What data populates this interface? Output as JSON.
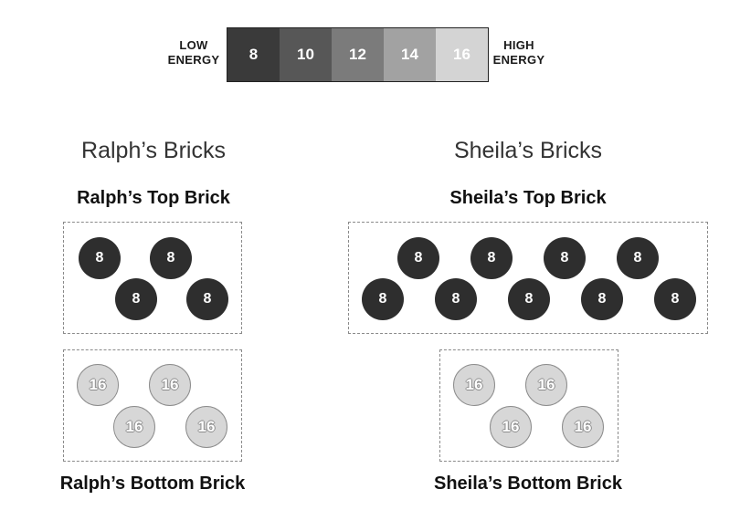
{
  "scale": {
    "low_label_line1": "LOW",
    "low_label_line2": "ENERGY",
    "high_label_line1": "HIGH",
    "high_label_line2": "ENERGY",
    "cells": [
      {
        "value": "8",
        "color": "#3a3a3a"
      },
      {
        "value": "10",
        "color": "#575757"
      },
      {
        "value": "12",
        "color": "#7b7b7b"
      },
      {
        "value": "14",
        "color": "#a2a2a2"
      },
      {
        "value": "16",
        "color": "#d4d4d4"
      }
    ]
  },
  "ralph": {
    "title": "Ralph’s Bricks",
    "top_title": "Ralph’s Top Brick",
    "bottom_title": "Ralph’s Bottom Brick",
    "top_balls": [
      "8",
      "8",
      "8",
      "8"
    ],
    "bottom_balls": [
      "16",
      "16",
      "16",
      "16"
    ]
  },
  "sheila": {
    "title": "Sheila’s Bricks",
    "top_title": "Sheila’s Top Brick",
    "bottom_title": "Sheila’s Bottom Brick",
    "top_balls": [
      "8",
      "8",
      "8",
      "8",
      "8",
      "8",
      "8",
      "8",
      "8"
    ],
    "bottom_balls": [
      "16",
      "16",
      "16",
      "16"
    ]
  }
}
